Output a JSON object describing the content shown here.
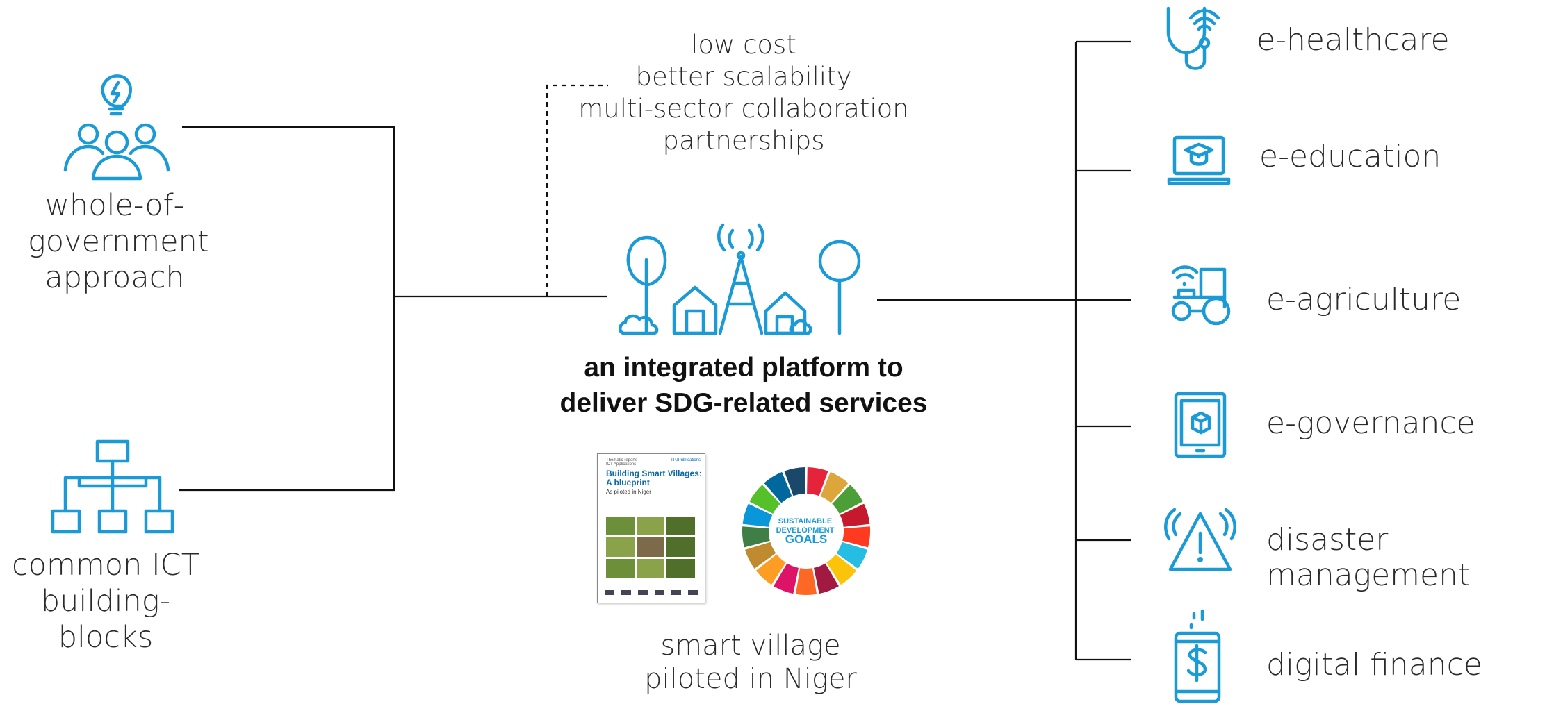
{
  "left": {
    "wog_label": "whole-of-\ngovernment\napproach",
    "blocks_label": "common ICT\nbuilding-blocks"
  },
  "benefits": [
    "low cost",
    "better scalability",
    "multi-sector collaboration",
    "partnerships"
  ],
  "center": {
    "headline_line1": "an integrated platform to",
    "headline_line2": "deliver SDG-related services",
    "caption_line1": "smart village",
    "caption_line2": "piloted in Niger"
  },
  "report_cover": {
    "series": "Thematic reports\nICT Applications",
    "publisher": "ITUPublications",
    "title": "Building Smart Villages:\nA blueprint",
    "subtitle": "As piloted in Niger"
  },
  "sdg_logo": {
    "text": "SUSTAINABLE\nDEVELOPMENT\nGOALS",
    "colors": [
      "#E5243B",
      "#DDA63A",
      "#4C9F38",
      "#C5192D",
      "#FF3A21",
      "#26BDE2",
      "#FCC30B",
      "#A21942",
      "#FD6925",
      "#DD1367",
      "#FD9D24",
      "#BF8B2E",
      "#3F7E44",
      "#0A97D9",
      "#56C02B",
      "#00689D",
      "#19486A"
    ]
  },
  "services": [
    {
      "label": "e-healthcare",
      "icon": "stethoscope-wifi-icon"
    },
    {
      "label": "e-education",
      "icon": "laptop-graduation-cap-icon"
    },
    {
      "label": "e-agriculture",
      "icon": "tractor-wifi-icon"
    },
    {
      "label": "e-governance",
      "icon": "tablet-cube-icon"
    },
    {
      "label": "disaster management",
      "icon": "warning-signal-icon"
    },
    {
      "label": "digital finance",
      "icon": "phone-dollar-icon"
    }
  ],
  "accent_color": "#1a9ad6"
}
